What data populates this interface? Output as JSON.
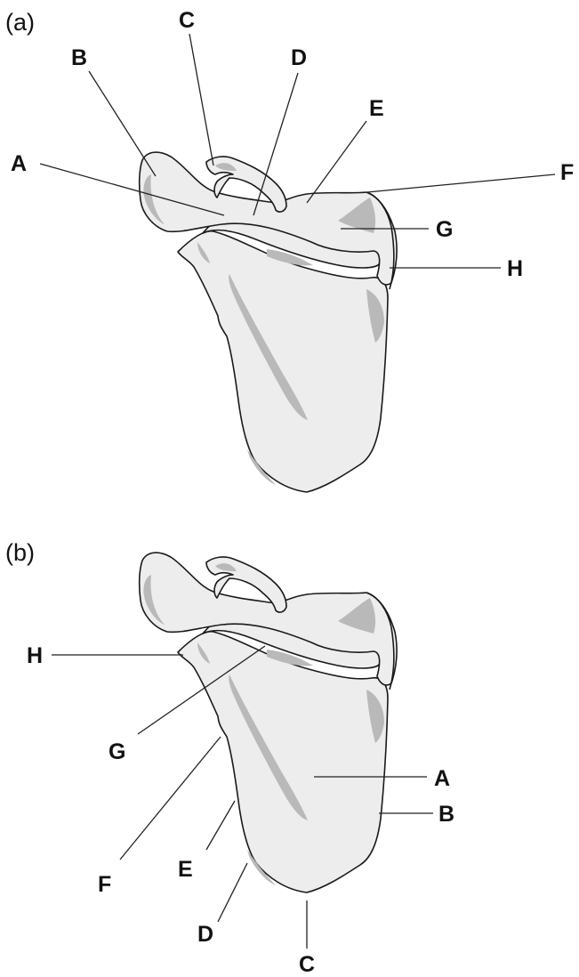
{
  "panels": [
    {
      "panel_label": "(a)",
      "callouts": {
        "A": "A",
        "B": "B",
        "C": "C",
        "D": "D",
        "E": "E",
        "F": "F",
        "G": "G",
        "H": "H"
      }
    },
    {
      "panel_label": "(b)",
      "callouts": {
        "A": "A",
        "B": "B",
        "C": "C",
        "D": "D",
        "E": "E",
        "F": "F",
        "G": "G",
        "H": "H"
      }
    }
  ],
  "colors": {
    "bone_fill": "#ededed",
    "bone_shading": "#b9b9b9",
    "outline": "#1a1a1a"
  }
}
